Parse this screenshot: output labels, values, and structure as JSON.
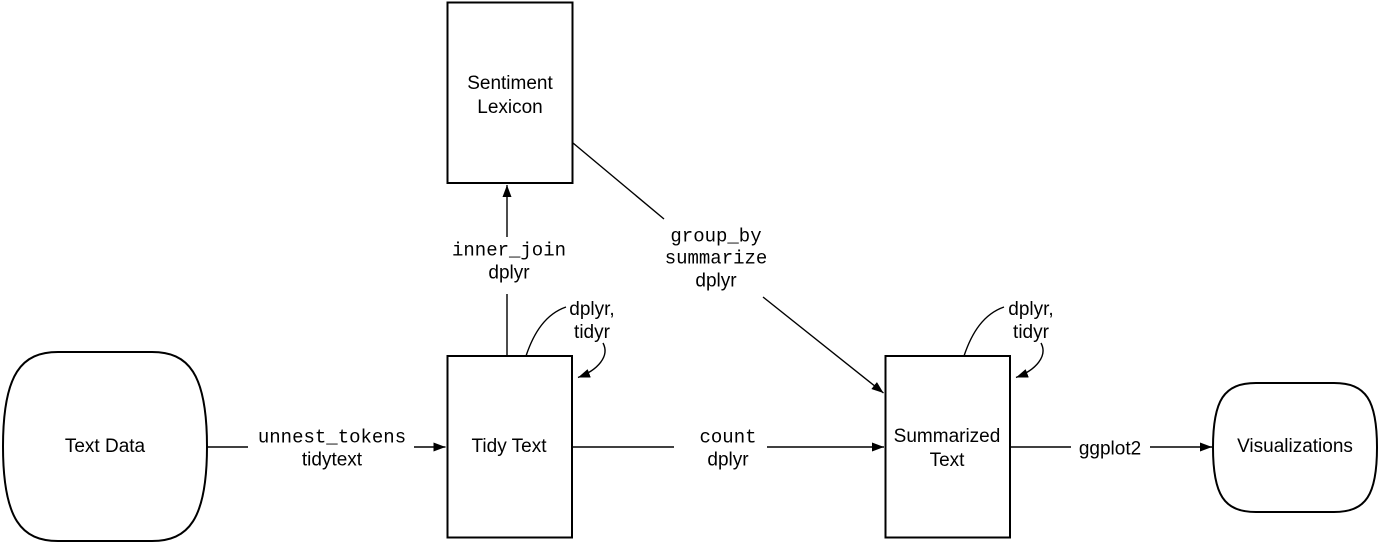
{
  "diagram": {
    "title": "tidytext sentiment analysis workflow flowchart",
    "colors": {
      "stroke": "#000000",
      "background": "#ffffff",
      "text": "#000000"
    },
    "nodes": {
      "text_data": {
        "label": "Text Data",
        "shape": "rounded-barrel"
      },
      "sentiment_lexicon": {
        "label": "Sentiment Lexicon",
        "shape": "rectangle"
      },
      "tidy_text": {
        "label": "Tidy Text",
        "shape": "rectangle"
      },
      "summarized_text": {
        "label": "Summarized Text",
        "shape": "rectangle"
      },
      "visualizations": {
        "label": "Visualizations",
        "shape": "rounded-barrel"
      }
    },
    "edges": {
      "unnest_tokens": {
        "from": "text_data",
        "to": "tidy_text",
        "function": "unnest_tokens",
        "package": "tidytext"
      },
      "inner_join": {
        "from": "tidy_text",
        "to": "sentiment_lexicon",
        "function": "inner_join",
        "package": "dplyr"
      },
      "group_summarize": {
        "from": "sentiment_lexicon",
        "to": "summarized_text",
        "function1": "group_by",
        "function2": "summarize",
        "package": "dplyr"
      },
      "count": {
        "from": "tidy_text",
        "to": "summarized_text",
        "function": "count",
        "package": "dplyr"
      },
      "ggplot": {
        "from": "summarized_text",
        "to": "visualizations",
        "package": "ggplot2"
      },
      "tidy_text_loop": {
        "on": "tidy_text",
        "line1": "dplyr,",
        "line2": "tidyr"
      },
      "summarized_text_loop": {
        "on": "summarized_text",
        "line1": "dplyr,",
        "line2": "tidyr"
      }
    }
  }
}
